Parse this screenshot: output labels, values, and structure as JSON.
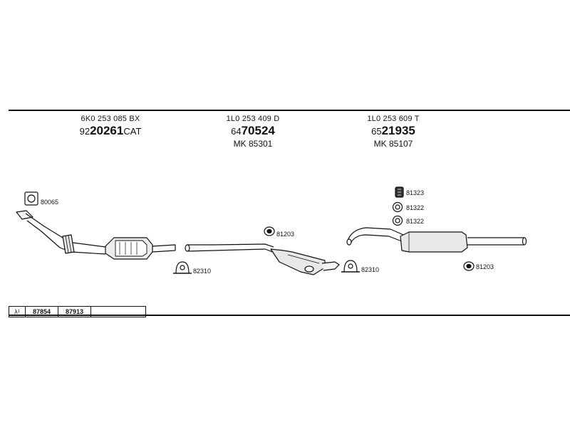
{
  "sections": [
    {
      "ref": "6K0 253 085 BX",
      "num_prefix": "92",
      "num_main": "20261",
      "num_suffix": "CAT",
      "mk": ""
    },
    {
      "ref": "1L0 253 409 D",
      "num_prefix": "64",
      "num_main": "70524",
      "num_suffix": "",
      "mk": "MK  85301"
    },
    {
      "ref": "1L0 253 609 T",
      "num_prefix": "65",
      "num_main": "21935",
      "num_suffix": "",
      "mk": "MK  85107"
    }
  ],
  "parts": {
    "gasket_front": "80065",
    "clamp_left": "82310",
    "ring_middle": "81203",
    "clamp_right": "82310",
    "mount_top": "81323",
    "ring_upper": "81322",
    "ring_lower": "81322",
    "ring_rear": "81203"
  },
  "legend": {
    "symbol": "λ¹",
    "values": [
      "87854",
      "87913"
    ]
  }
}
